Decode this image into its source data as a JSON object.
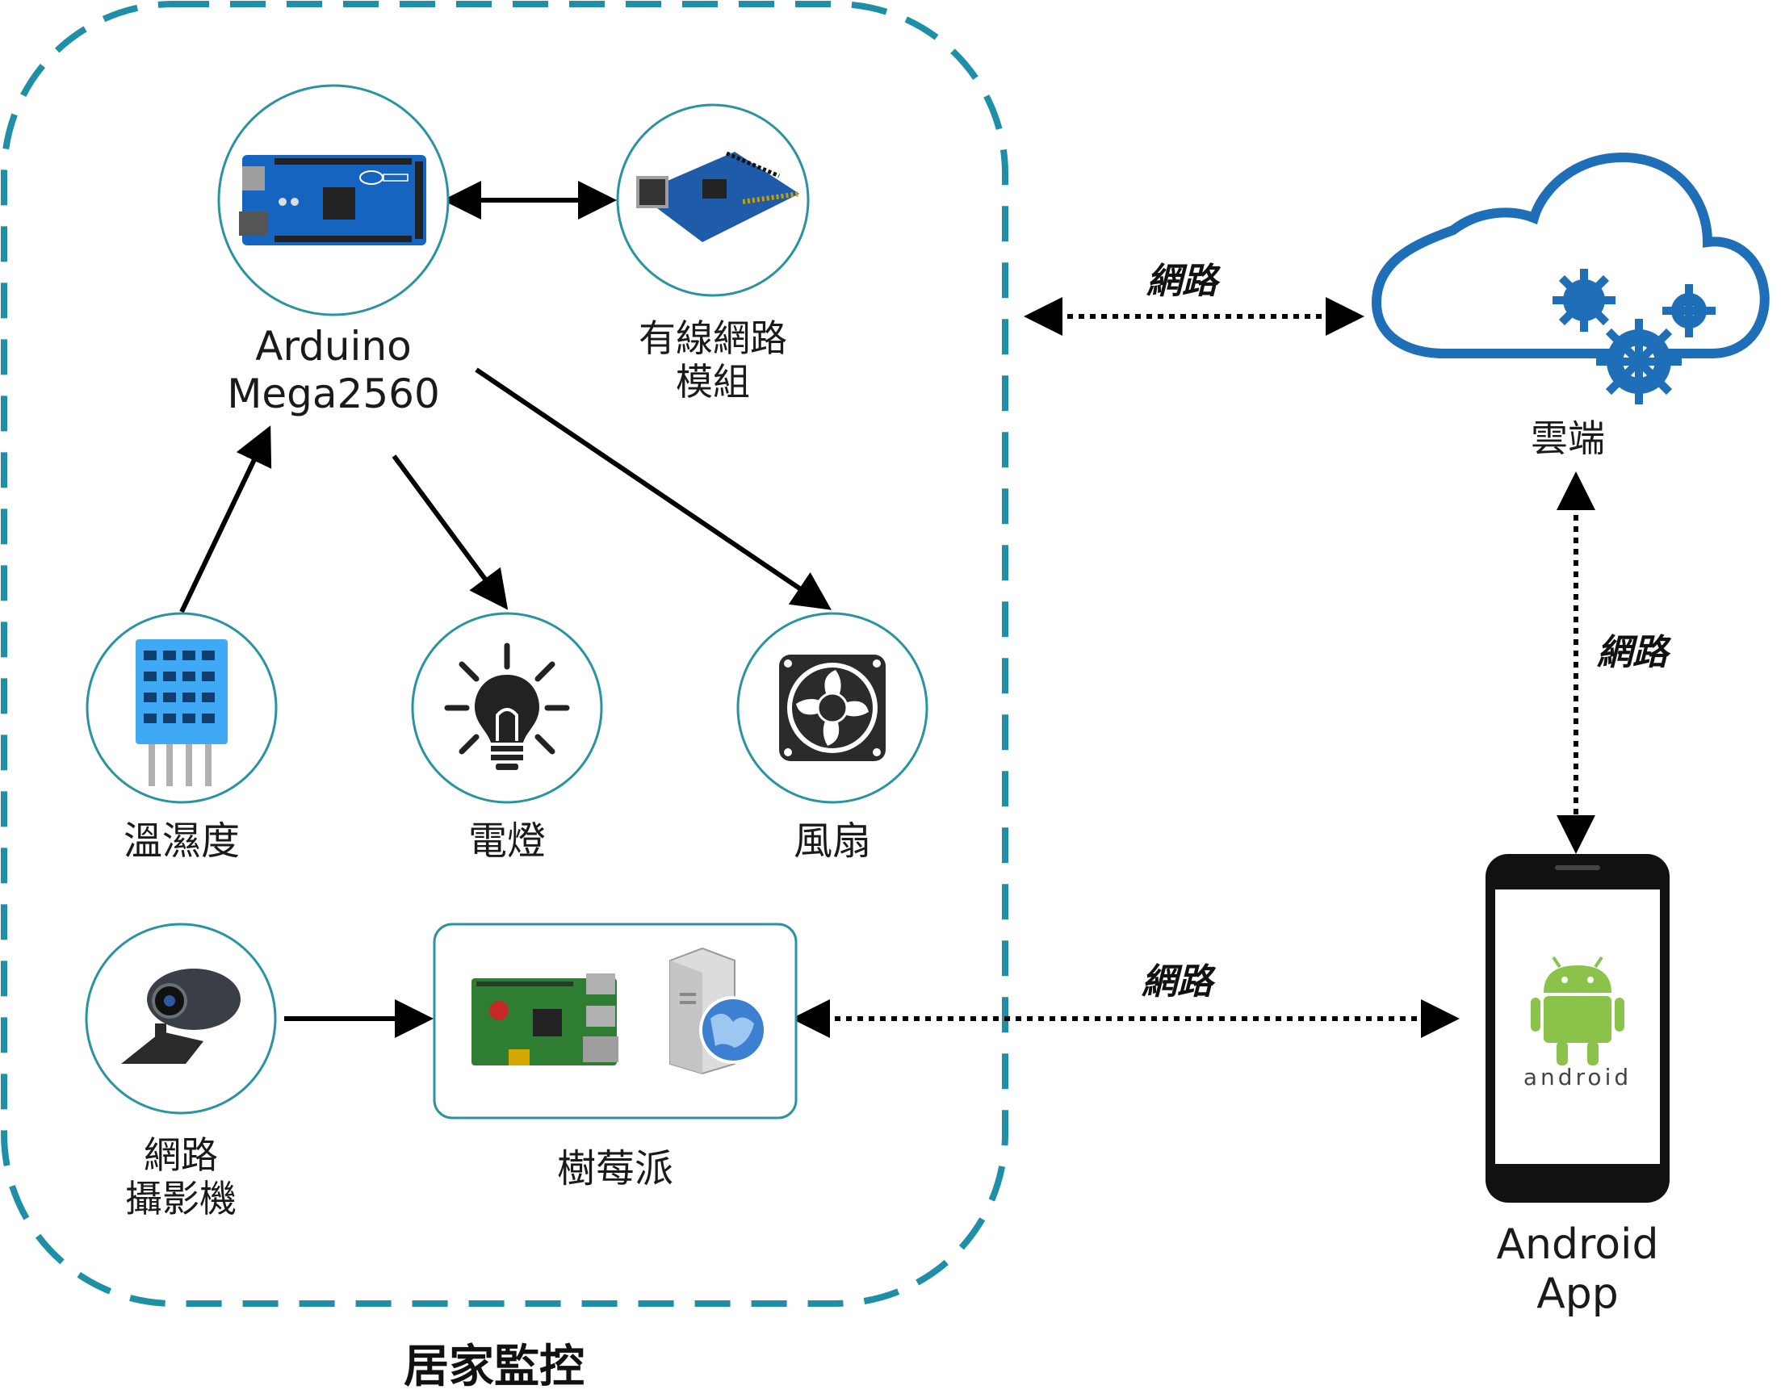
{
  "group": {
    "title": "居家監控"
  },
  "nodes": {
    "arduino": {
      "line1": "Arduino",
      "line2": "Mega2560"
    },
    "ethernet": {
      "line1": "有線網路",
      "line2": "模組"
    },
    "cloud": {
      "label": "雲端"
    },
    "humidity": {
      "label": "溫濕度"
    },
    "lamp": {
      "label": "電燈"
    },
    "fan": {
      "label": "風扇"
    },
    "webcam": {
      "line1": "網路",
      "line2": "攝影機"
    },
    "raspberry": {
      "label": "樹莓派"
    },
    "android": {
      "line1": "Android",
      "line2": "App",
      "logo_text": "android"
    }
  },
  "links": {
    "cloud_network": "網路",
    "app_cloud_network": "網路",
    "pi_app_network": "網路"
  },
  "colors": {
    "dashed_border": "#1f8fa8",
    "node_ring": "#2a93a2",
    "cloud_blue": "#1e6fb8",
    "board_blue": "#1565c0",
    "android_green": "#8bc34a",
    "arrow": "#000000"
  },
  "icons": [
    "arduino-board-icon",
    "ethernet-shield-icon",
    "cloud-gears-icon",
    "dht-sensor-icon",
    "light-bulb-icon",
    "fan-icon",
    "webcam-icon",
    "raspberry-pi-icon",
    "server-globe-icon",
    "android-phone-icon"
  ]
}
